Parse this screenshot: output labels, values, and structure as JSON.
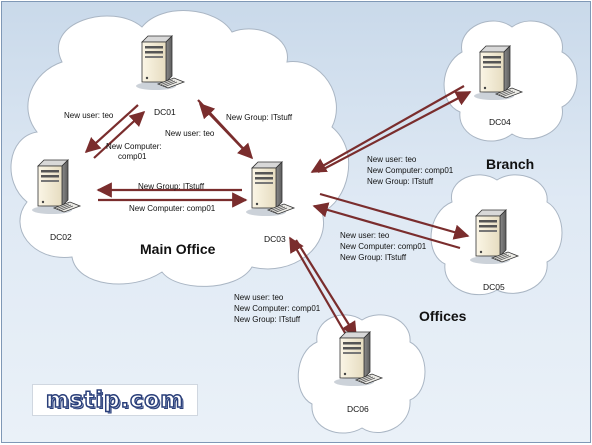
{
  "colors": {
    "arrow": "#7a2d2d",
    "cloud": "#ffffff",
    "cloud_stroke": "#aab6c4",
    "background": "#dbe6f2"
  },
  "regions": {
    "main_office": "Main Office",
    "branch": "Branch",
    "offices": "Offices"
  },
  "servers": {
    "dc01": "DC01",
    "dc02": "DC02",
    "dc03": "DC03",
    "dc04": "DC04",
    "dc05": "DC05",
    "dc06": "DC06"
  },
  "labels": {
    "dc01_dc02_user": "New user: teo",
    "dc01_dc02_computer_1": "New Computer:",
    "dc01_dc02_computer_2": "comp01",
    "dc01_dc03_user": "New user: teo",
    "dc01_dc03_group": "New Group: ITstuff",
    "dc02_dc03_group": "New Group: ITstuff",
    "dc02_dc03_computer": "New Computer: comp01",
    "dc04_user": "New user: teo",
    "dc04_computer": "New Computer: comp01",
    "dc04_group": "New Group: ITstuff",
    "dc05_user": "New user: teo",
    "dc05_computer": "New Computer: comp01",
    "dc05_group": "New Group: ITstuff",
    "dc06_user": "New user: teo",
    "dc06_computer": "New Computer: comp01",
    "dc06_group": "New Group: ITstuff"
  },
  "logo": {
    "text": "mstip.com"
  }
}
